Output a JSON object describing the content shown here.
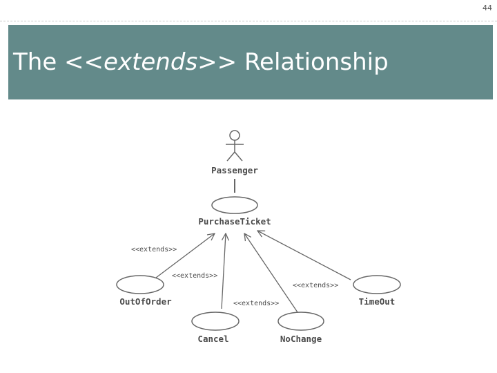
{
  "page_number": "44",
  "slide": {
    "title_prefix": "The ",
    "title_italic": "<<extends",
    "title_suffix": ">> Relationship"
  },
  "diagram": {
    "actor": {
      "name": "Passenger"
    },
    "base_use_case": {
      "name": "PurchaseTicket"
    },
    "extending_use_cases": [
      {
        "name": "OutOfOrder",
        "stereotype": "<<extends>>"
      },
      {
        "name": "Cancel",
        "stereotype": "<<extends>>"
      },
      {
        "name": "NoChange",
        "stereotype": "<<extends>>"
      },
      {
        "name": "TimeOut",
        "stereotype": "<<extends>>"
      }
    ],
    "colors": {
      "line": "#666666",
      "text": "#4a4a4a",
      "title_bar": "#638a8a"
    }
  }
}
